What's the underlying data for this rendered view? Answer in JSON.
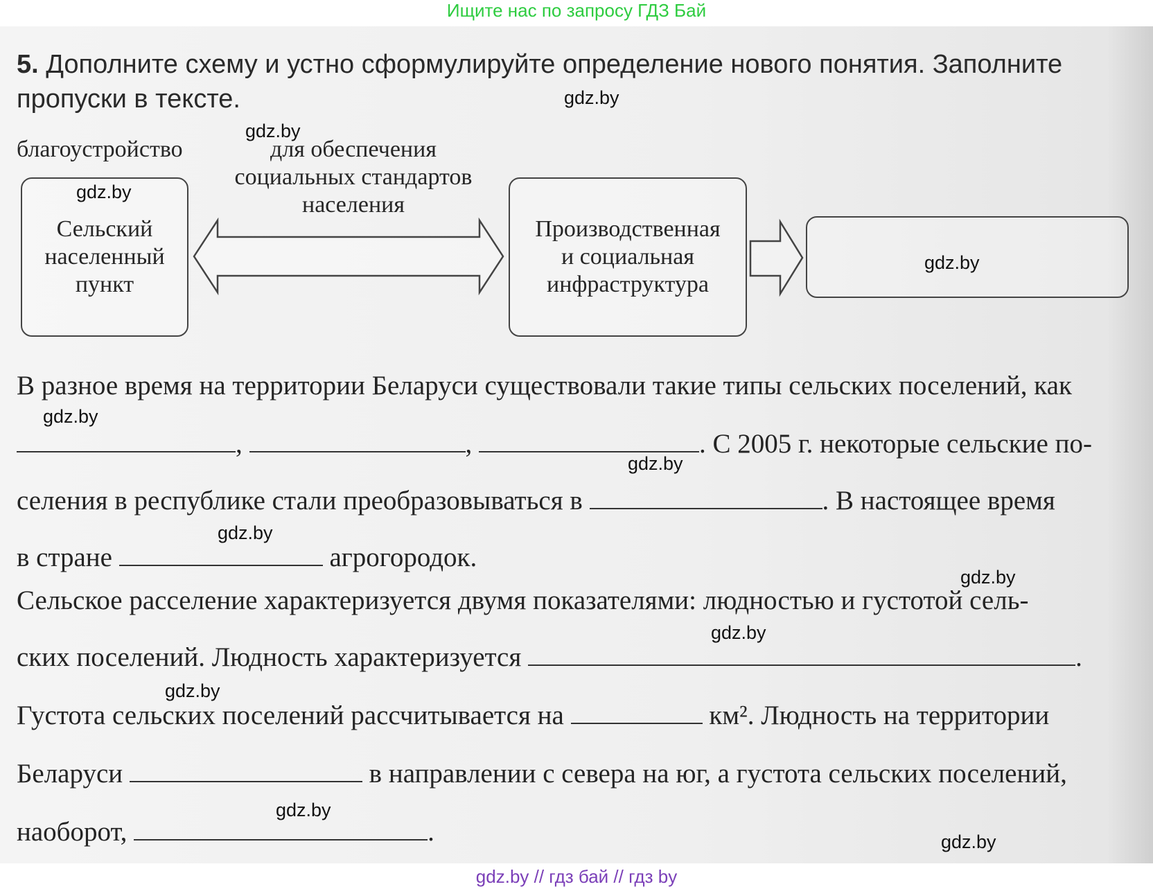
{
  "banner_top": "Ищите нас по запросу ГДЗ Бай",
  "banner_bottom": "gdz.by  //  гдз бай  //  гдз by",
  "task": {
    "number": "5.",
    "text": "Дополните схему и устно сформулируйте определение нового понятия. Заполните пропуски в тексте."
  },
  "scheme": {
    "label_left": "благоустройство",
    "label_middle": [
      "для обеспечения",
      "социальных стандартов",
      "населения"
    ],
    "box1": [
      "Сельский",
      "населенный",
      "пункт"
    ],
    "box2": [
      "Производственная",
      "и социальная",
      "инфраструктура"
    ],
    "box3": ""
  },
  "watermark": "gdz.by",
  "paragraph": {
    "l1": "В разное время на территории Беларуси существовали такие типы сельских поселений, как",
    "l2_sep1": ",",
    "l2_sep2": ",",
    "l2_tail": ". С 2005 г. некоторые сельские по-",
    "l3_head": "селения в республике стали преобразовываться в",
    "l3_tail": ". В настоящее время",
    "l4_head": "в стране",
    "l4_tail": "агрогородок.",
    "l5": "Сельское расселение характеризуется двумя показателями: людностью и густотой сель-",
    "l6_head": "ских поселений. Людность характеризуется",
    "l6_tail": ".",
    "l7_head": "Густота сельских поселений рассчитывается на",
    "l7_tail": "км². Людность на территории",
    "l8_head": "Беларуси",
    "l8_tail": "в направлении с севера на юг, а густота сельских поселений,",
    "l9_head": "наоборот,",
    "l9_tail": "."
  }
}
